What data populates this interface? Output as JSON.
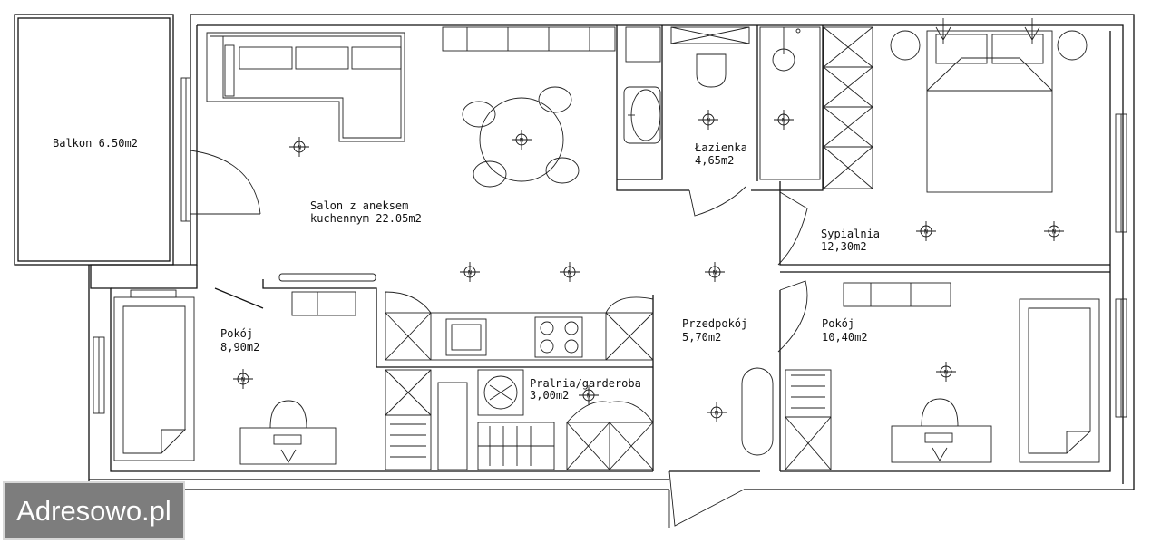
{
  "rooms": {
    "balkon": "Balkon 6.50m2",
    "salon_line1": "Salon z aneksem",
    "salon_line2": "kuchennym 22.05m2",
    "lazienka_name": "Łazienka",
    "lazienka_area": "4,65m2",
    "sypialnia_name": "Sypialnia",
    "sypialnia_area": "12,30m2",
    "pokoj1_name": "Pokój",
    "pokoj1_area": "8,90m2",
    "pralnia_name": "Pralnia/garderoba",
    "pralnia_area": "3,00m2",
    "przedpokoj_name": "Przedpokój",
    "przedpokoj_area": "5,70m2",
    "pokoj2_name": "Pokój",
    "pokoj2_area": "10,40m2"
  },
  "watermark": {
    "text": "Adresowo.pl"
  },
  "colors": {
    "line": "#111111",
    "watermark_bg": "#7d7d7d",
    "watermark_text": "#ffffff"
  }
}
